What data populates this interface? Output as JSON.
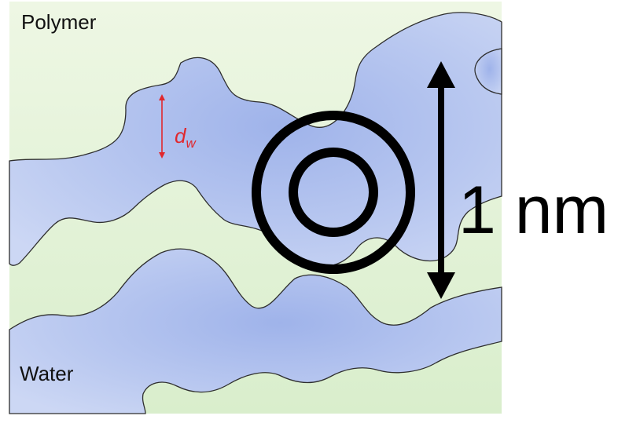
{
  "labels": {
    "top_left": "Polymer",
    "bottom_left": "Water",
    "scale": "1 nm",
    "spacing_symbol": "d",
    "spacing_subscript": "w"
  },
  "colors": {
    "polymer_background": "#dcefd0",
    "water_channel": "#c4d1f2",
    "water_channel_core": "#a3b6ea",
    "channel_outline": "#2e2e2e",
    "annotation": "#e0282e",
    "scale_bar": "#000000"
  }
}
